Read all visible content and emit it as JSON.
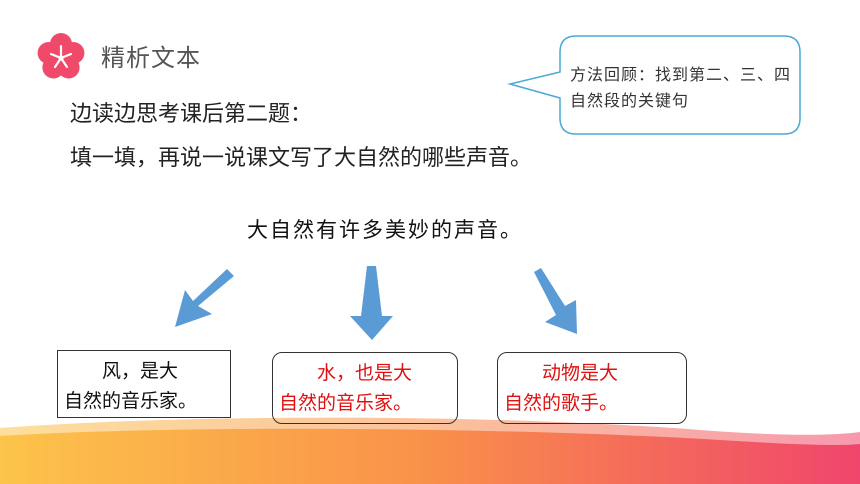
{
  "header": {
    "section_title": "精析文本"
  },
  "tip": {
    "text": "方法回顾：找到第二、三、四自然段的关键句"
  },
  "instructions": {
    "line1": "边读边思考课后第二题：",
    "line2": "填一填，再说一说课文写了大自然的哪些声音。"
  },
  "main_sentence": "大自然有许多美妙的声音。",
  "boxes": [
    {
      "part1": "风，是大",
      "part2": "自然的音乐家。"
    },
    {
      "part1": "水，也是大",
      "part2": "自然的音乐家。"
    },
    {
      "part1": "动物是大",
      "part2": "自然的歌手。"
    }
  ],
  "colors": {
    "accent": "#f04a6a",
    "arrow": "#5b9bd5",
    "answer": "#e01010",
    "wave_start": "#fbb03b",
    "wave_end": "#f04a6a"
  },
  "icons": {
    "logo": "flower-icon"
  }
}
